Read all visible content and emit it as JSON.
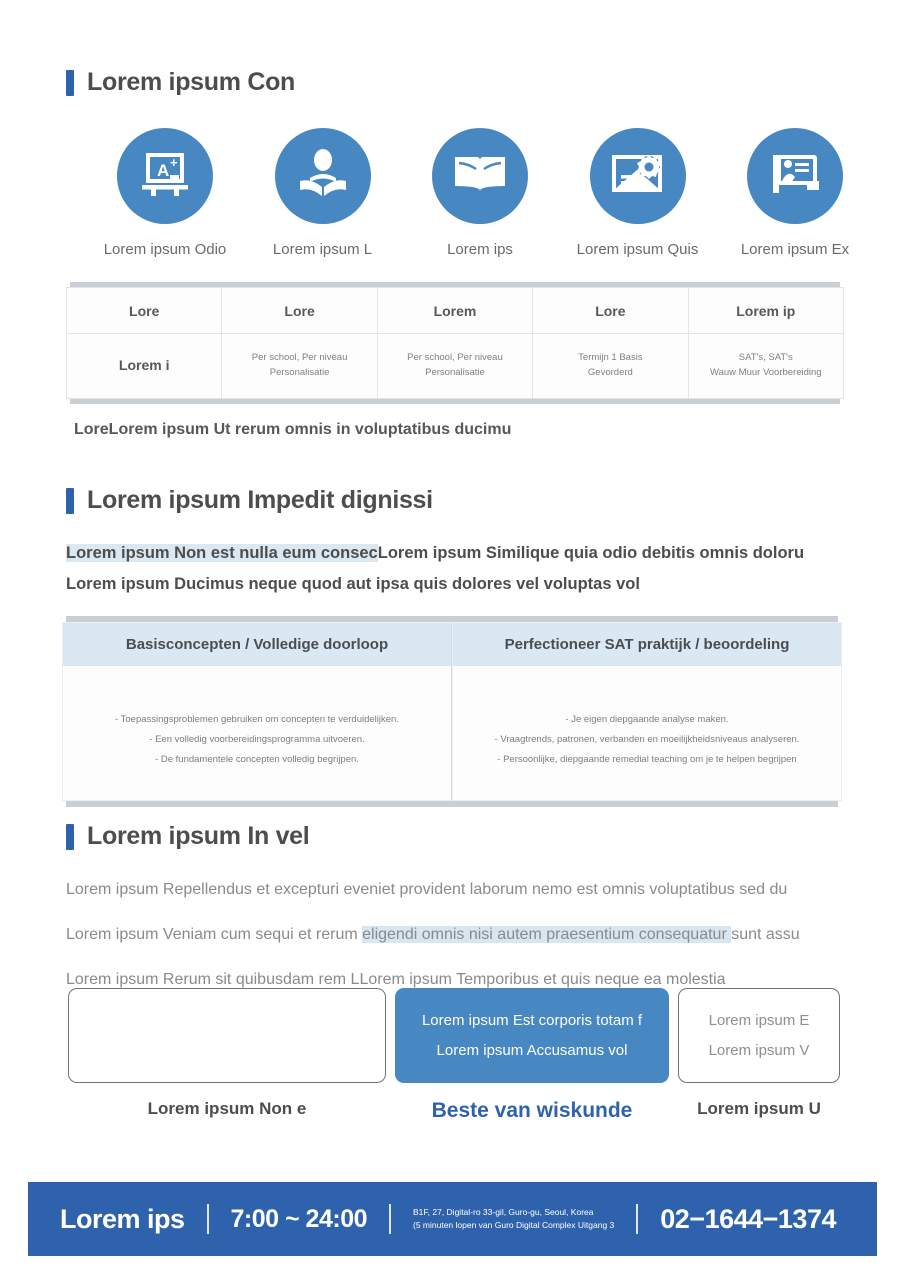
{
  "sections": {
    "one": {
      "title": "Lorem ipsum Con"
    },
    "two": {
      "title": "Lorem ipsum Impedit dignissi"
    },
    "three": {
      "title": "Lorem ipsum In vel"
    }
  },
  "features": [
    {
      "label": "Lorem ipsum Odio",
      "icon": "whiteboard-a-plus-icon"
    },
    {
      "label": "Lorem ipsum L",
      "icon": "person-reading-book-icon"
    },
    {
      "label": "Lorem ips",
      "icon": "open-book-icon"
    },
    {
      "label": "Lorem ipsum Quis",
      "icon": "certificate-gear-icon"
    },
    {
      "label": "Lorem ipsum Ex",
      "icon": "presenter-board-icon"
    }
  ],
  "table": {
    "headers": [
      "Lore",
      "Lore",
      "Lorem",
      "Lore",
      "Lorem ip"
    ],
    "row": [
      "Lorem i",
      "Per school, Per niveau\nPersonalisatie",
      "Per school, Per niveau\nPersonalisatie",
      "Termijn 1 Basis\nGevorderd",
      "SAT's, SAT's\nWauw Muur Voorbereiding"
    ],
    "caption": "LoreLorem ipsum Ut rerum omnis in voluptatibus ducimu"
  },
  "section_two_text": {
    "line1_highlight": "Lorem ipsum Non est nulla eum consec",
    "line1_rest": "Lorem ipsum Similique quia odio debitis omnis doloru",
    "line2": "Lorem ipsum Ducimus neque quod aut ipsa quis dolores vel voluptas vol"
  },
  "compare": [
    {
      "header": "Basisconcepten / Volledige doorloop",
      "bullets": [
        "- Toepassingsproblemen gebruiken om concepten te verduidelijken.",
        "- Een volledig voorbereidingsprogramma uitvoeren.",
        "- De fundamentele concepten volledig begrijpen."
      ]
    },
    {
      "header": "Perfectioneer SAT praktijk / beoordeling",
      "bullets": [
        "- Je eigen diepgaande analyse maken.",
        "- Vraagtrends, patronen, verbanden en moeilijkheidsniveaus analyseren.",
        "- Persoonlijke, diepgaande remedial teaching om je te helpen begrijpen"
      ]
    }
  ],
  "section_three_text": {
    "p1": "Lorem ipsum Repellendus et excepturi eveniet provident laborum nemo est omnis voluptatibus sed du",
    "p2_pre": "Lorem ipsum Veniam cum sequi et rerum ",
    "p2_highlight": "eligendi omnis nisi autem praesentium consequatur ",
    "p2_post": "sunt assu",
    "p3": "Lorem ipsum Rerum sit quibusdam rem LLorem ipsum Temporibus et quis neque ea molestia"
  },
  "cards": [
    {
      "style": "plain",
      "lines": [],
      "caption": "Lorem ipsum Non e",
      "accent": false
    },
    {
      "style": "blue",
      "lines": [
        "Lorem ipsum Est corporis totam f",
        "Lorem ipsum Accusamus vol"
      ],
      "caption": "Beste van wiskunde",
      "accent": true
    },
    {
      "style": "plain",
      "lines": [
        "Lorem ipsum E",
        "Lorem ipsum V"
      ],
      "caption": "Lorem ipsum U",
      "accent": false
    }
  ],
  "footer": {
    "brand": "Lorem ips",
    "hours": "7:00 ~ 24:00",
    "address_line1": "B1F, 27, Digital-ro 33-gil, Guro-gu, Seoul, Korea",
    "address_line2": "(5 minuten lopen van Guro Digital Complex Uitgang 3",
    "tel": "02−1644−1374"
  },
  "colors": {
    "brand_blue": "#2f62ad",
    "icon_blue": "#4787c2",
    "tint_blue": "#dae8f3",
    "highlight": "#dbe7f1"
  }
}
